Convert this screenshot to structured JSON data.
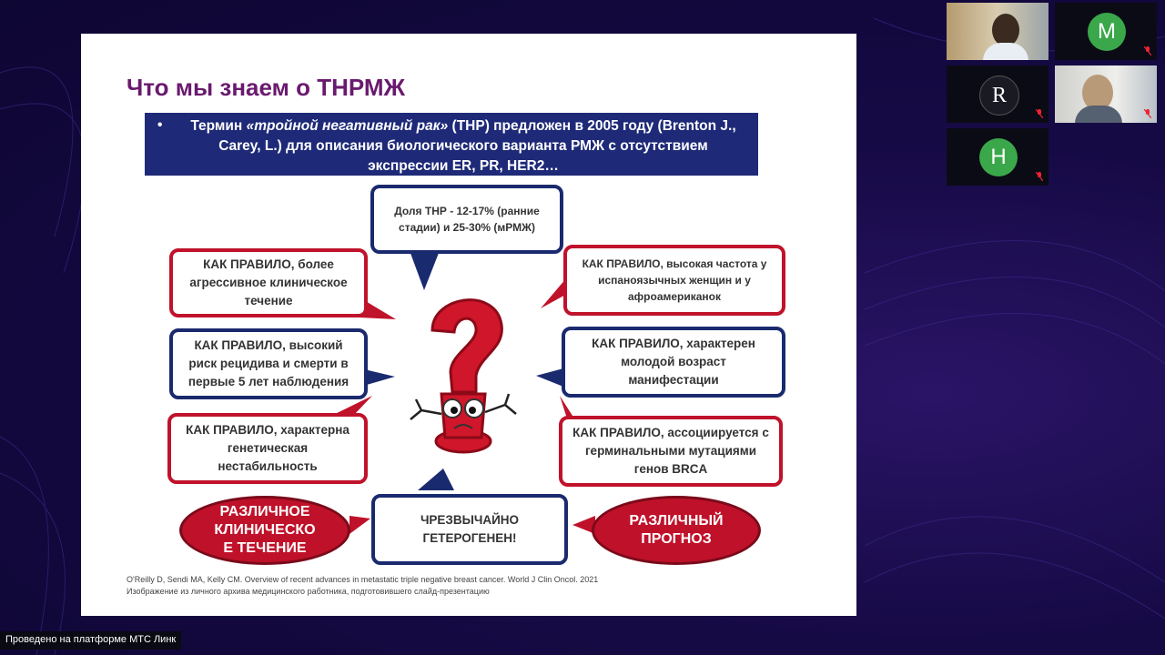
{
  "slide": {
    "title": "Что мы знаем о ТНРМЖ",
    "banner": {
      "bullet": "•",
      "prefix": "Термин ",
      "italic": "«тройной негативный рак»",
      "suffix": " (ТНР) предложен в 2005 году (Brenton J., Carey, L.) для описания биологического варианта РМЖ с отсутствием экспрессии ER, PR, HER2…"
    },
    "bubbles": {
      "top": "Доля ТНР - 12-17% (ранние стадии) и 25-30% (мРМЖ)",
      "left1": "КАК ПРАВИЛО, более агрессивное клиническое течение",
      "left2": "КАК ПРАВИЛО, высокий риск рецидива и смерти в первые 5 лет наблюдения",
      "left3": "КАК ПРАВИЛО, характерна генетическая нестабильность",
      "right1": "КАК ПРАВИЛО, высокая частота у испаноязычных женщин и у афроамериканок",
      "right2": "КАК ПРАВИЛО, характерен молодой возраст манифестации",
      "right3": "КАК ПРАВИЛО, ассоциируется с герминальными мутациями генов BRCA",
      "bottom": "ЧРЕЗВЫЧАЙНО ГЕТЕРОГЕНЕН!"
    },
    "ovals": {
      "left": "РАЗЛИЧНОЕ КЛИНИЧЕСКО Е ТЕЧЕНИЕ",
      "right": "РАЗЛИЧНЫЙ ПРОГНОЗ"
    },
    "citation_line1": "O'Reilly D, Sendi MA, Kelly CM. Overview of recent advances in metastatic triple negative breast cancer. World J Clin Oncol. 2021",
    "citation_line2": "Изображение из личного архива медицинского работника, подготовившего слайд-презентацию"
  },
  "participants": [
    {
      "type": "video",
      "name": "participant-video-1"
    },
    {
      "type": "initial",
      "initial": "M",
      "color": "#3aa84a"
    },
    {
      "type": "logo",
      "initial": "R"
    },
    {
      "type": "video",
      "name": "participant-video-2"
    },
    {
      "type": "initial",
      "initial": "H",
      "color": "#3aa84a"
    }
  ],
  "footer": "Проведено на платформе МТС Линк",
  "colors": {
    "red": "#c0122b",
    "navy": "#1e2a78",
    "title": "#6a1a6e"
  }
}
